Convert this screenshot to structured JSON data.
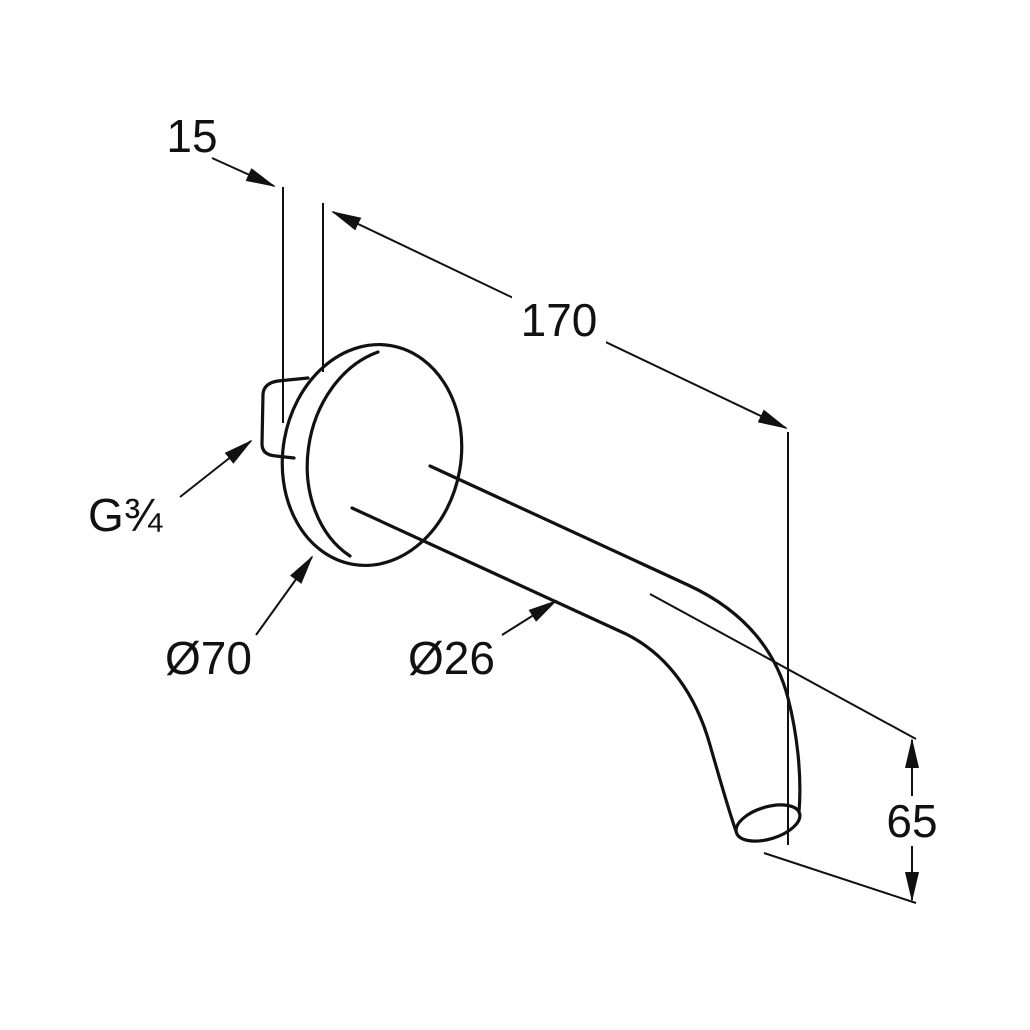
{
  "drawing": {
    "type": "technical-dimension-drawing",
    "subject": "wall-mounted-bath-spout",
    "dimensions": {
      "wall_offset": "15",
      "projection_length": "170",
      "outlet_drop": "65",
      "thread_size": "G¾",
      "flange_diameter": "Ø70",
      "pipe_diameter": "Ø26"
    }
  },
  "colors": {
    "line": "#111111",
    "background": "#ffffff"
  }
}
